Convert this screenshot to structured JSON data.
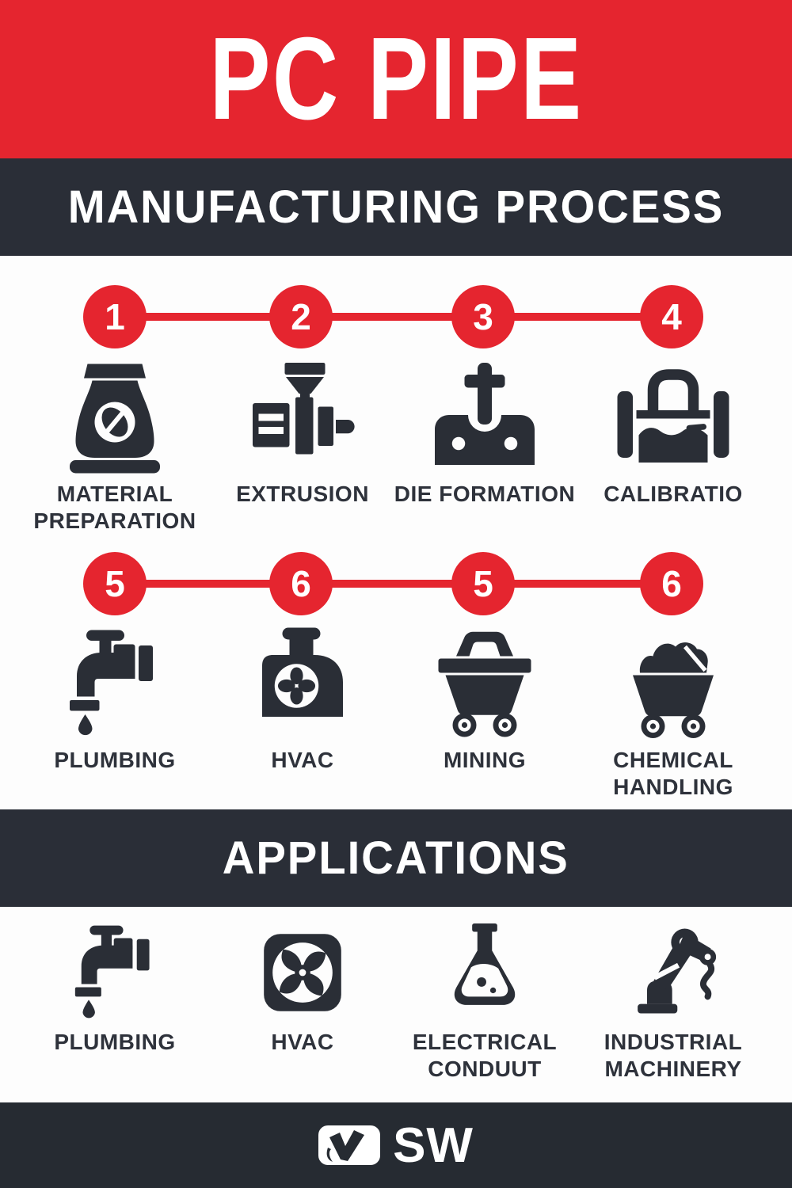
{
  "title": "PC PIPE",
  "bands": {
    "manufacturing": "MANUFACTURING PROCESS",
    "applications": "APPLICATIONS"
  },
  "process": {
    "row1": [
      {
        "number": "1",
        "label": "MATERIAL PREPARATION",
        "icon": "material-bag-icon"
      },
      {
        "number": "2",
        "label": "EXTRUSION",
        "icon": "extruder-machine-icon"
      },
      {
        "number": "3",
        "label": "DIE FORMATION",
        "icon": "die-press-icon"
      },
      {
        "number": "4",
        "label": "CALIBRATIO",
        "icon": "calibration-tank-icon"
      }
    ],
    "row2": [
      {
        "number": "5",
        "label": "PLUMBING",
        "icon": "faucet-icon"
      },
      {
        "number": "6",
        "label": "HVAC",
        "icon": "hvac-unit-icon"
      },
      {
        "number": "5",
        "label": "MINING",
        "icon": "mine-cart-icon"
      },
      {
        "number": "6",
        "label": "CHEMICAL HANDLING",
        "icon": "chemical-cart-icon"
      }
    ]
  },
  "applications": [
    {
      "label": "PLUMBING",
      "icon": "faucet-icon"
    },
    {
      "label": "HVAC",
      "icon": "exhaust-fan-icon"
    },
    {
      "label": "ELECTRICAL CONDUUT",
      "icon": "flask-icon"
    },
    {
      "label": "INDUSTRIAL MACHINERY",
      "icon": "robot-arm-icon"
    }
  ],
  "footer": {
    "logo_text": "SW"
  },
  "colors": {
    "red": "#E5252F",
    "band_dark": "#2A2E37",
    "footer_dark": "#262B32",
    "icon_dark": "#2A2E36",
    "label_text": "#2E323B",
    "background": "#FDFDFD",
    "white": "#FFFFFF"
  }
}
